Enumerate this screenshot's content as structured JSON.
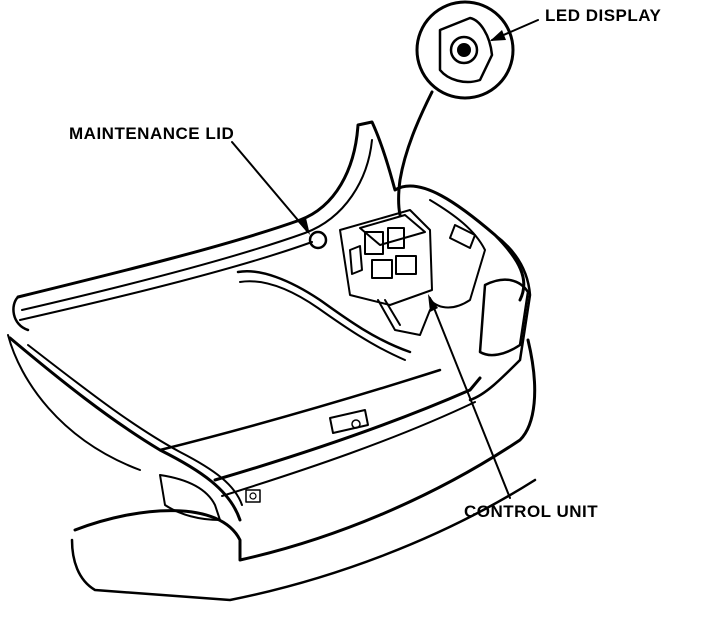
{
  "diagram": {
    "callouts": {
      "led_display": "LED DISPLAY",
      "maintenance_lid": "MAINTENANCE LID",
      "control_unit": "CONTROL UNIT"
    },
    "colors": {
      "ink": "#000000",
      "paper": "#ffffff"
    }
  }
}
